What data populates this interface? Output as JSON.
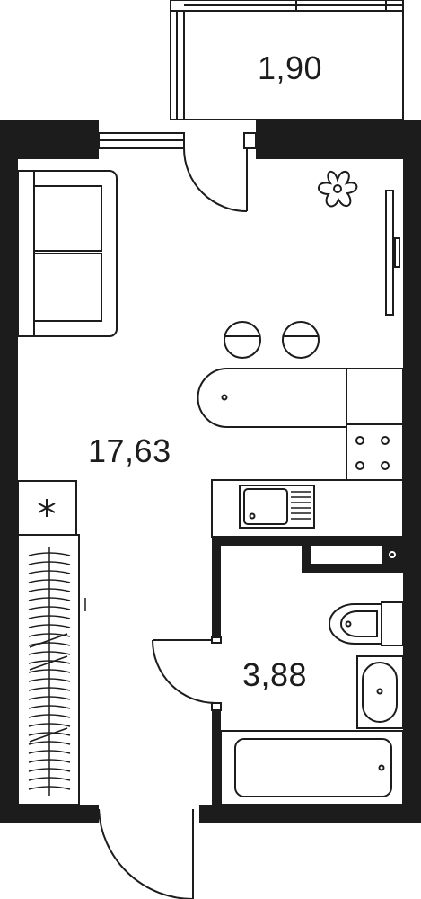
{
  "rooms": {
    "balcony": {
      "area": "1,90"
    },
    "living": {
      "area": "17,63"
    },
    "bathroom": {
      "area": "3,88"
    }
  },
  "colors": {
    "wall": "#1c1c1c",
    "line": "#1c1c1c",
    "background": "#ffffff"
  },
  "icons": [
    "sofa-icon",
    "plant-icon",
    "tv-icon",
    "bar-stool-icon",
    "counter-icon",
    "stove-icon",
    "sink-icon",
    "fridge-icon",
    "wardrobe-icon",
    "toilet-icon",
    "washbasin-icon",
    "bathtub-icon",
    "door-swing-icon",
    "window-icon"
  ]
}
